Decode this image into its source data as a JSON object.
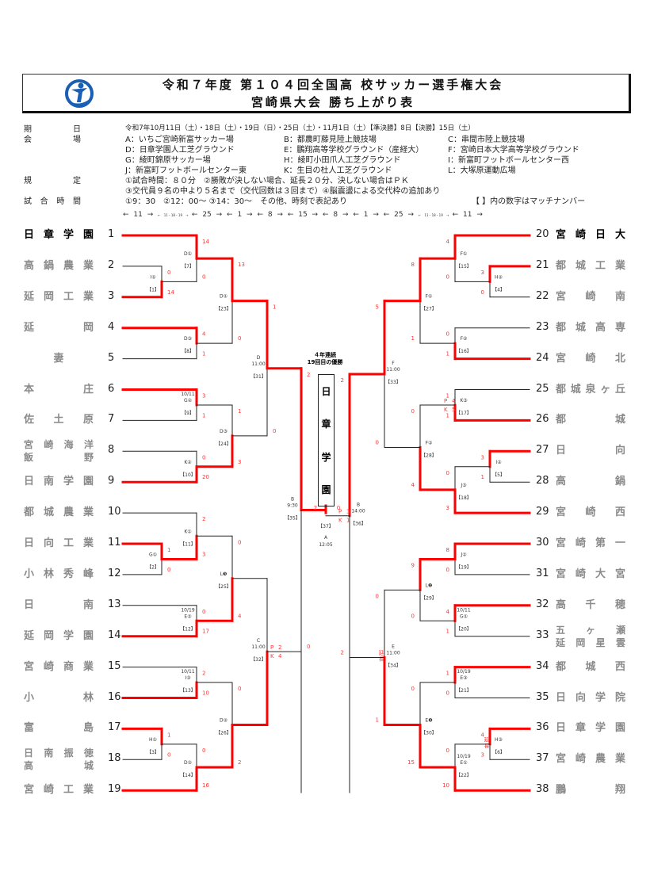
{
  "header": {
    "title_line1": "令和７年度 第１０４回全国高 校サッカー選手権大会",
    "title_line2": "宮崎県大会 勝ち上がり表"
  },
  "info": {
    "date_label": "期日",
    "date_text": "令和7年10月11日（土）・18日（土）・19日（日）・25日（土）・11月1日（土）【準決勝】8日【決勝】15日（土）",
    "venue_label": "会場",
    "venues": [
      [
        "A：いちご宮崎新富サッカー場",
        "B：都農町藤見陸上競技場",
        "C：串間市陸上競技場"
      ],
      [
        "D：日章学園人工芝グラウンド",
        "E：鵬翔高等学校グラウンド（産経大）",
        "F：宮崎日本大学高等学校グラウンド"
      ],
      [
        "G：綾町錦原サッカー場",
        "H：綾町小田爪人工芝グラウンド",
        "I：新富町フットボールセンター西"
      ],
      [
        "J：新富町フットボールセンター東",
        "K：生目の杜人工芝グラウンド",
        "L：大塚原運動広場"
      ]
    ],
    "rules_label": "規定",
    "rules": [
      "①試合時間：８０分　②勝敗が決しない場合、延長２０分、決しない場合はＰＫ",
      "③交代員９名の中より５名まで（交代回数は３回まで）④脳震盪による交代枠の追加あり"
    ],
    "time_label": "試合時間",
    "times": "①9：30　②12：00～ ③14：30～　その他、時刻で表記あり",
    "note": "【 】内の数字はマッチナンバー",
    "arrow_row": [
      "← 11 →",
      "← 11・18・19 →",
      "← 25 →",
      "← 1 →",
      "← 8 →",
      "← 15 →",
      "← 8 →",
      "← 1 →",
      "← 25 →",
      "← 11・18・19 →",
      "← 11 →"
    ]
  },
  "champion": {
    "streak_line1": "４年連続",
    "streak_line2": "19回目の優勝",
    "name_chars": [
      "日",
      "章",
      "学",
      "園"
    ]
  },
  "colors": {
    "win": "#ff0000",
    "lose": "#222222",
    "score": "#ff3333"
  },
  "teams_left": [
    {
      "no": "1",
      "lines": [
        "日章学園"
      ],
      "champ": true
    },
    {
      "no": "2",
      "lines": [
        "高鍋農業"
      ]
    },
    {
      "no": "3",
      "lines": [
        "延岡工業"
      ]
    },
    {
      "no": "4",
      "lines": [
        "延岡"
      ]
    },
    {
      "no": "5",
      "lines": [
        "妻"
      ]
    },
    {
      "no": "6",
      "lines": [
        "本庄"
      ]
    },
    {
      "no": "7",
      "lines": [
        "佐土原"
      ]
    },
    {
      "no": "8",
      "lines": [
        "宮崎海洋",
        "飯野"
      ]
    },
    {
      "no": "9",
      "lines": [
        "日南学園"
      ]
    },
    {
      "no": "10",
      "lines": [
        "都城農業"
      ]
    },
    {
      "no": "11",
      "lines": [
        "日向工業"
      ]
    },
    {
      "no": "12",
      "lines": [
        "小林秀峰"
      ]
    },
    {
      "no": "13",
      "lines": [
        "日南"
      ]
    },
    {
      "no": "14",
      "lines": [
        "延岡学園"
      ]
    },
    {
      "no": "15",
      "lines": [
        "宮崎商業"
      ]
    },
    {
      "no": "16",
      "lines": [
        "小林"
      ]
    },
    {
      "no": "17",
      "lines": [
        "富島"
      ]
    },
    {
      "no": "18",
      "lines": [
        "日南振徳",
        "高城"
      ]
    },
    {
      "no": "19",
      "lines": [
        "宮崎工業"
      ]
    }
  ],
  "teams_right": [
    {
      "no": "20",
      "lines": [
        "宮崎日大"
      ],
      "champ": true
    },
    {
      "no": "21",
      "lines": [
        "都城工業"
      ]
    },
    {
      "no": "22",
      "lines": [
        "宮崎南"
      ]
    },
    {
      "no": "23",
      "lines": [
        "都城高専"
      ]
    },
    {
      "no": "24",
      "lines": [
        "宮崎北"
      ]
    },
    {
      "no": "25",
      "lines": [
        "都城泉ヶ丘"
      ]
    },
    {
      "no": "26",
      "lines": [
        "都城"
      ]
    },
    {
      "no": "27",
      "lines": [
        "日向"
      ]
    },
    {
      "no": "28",
      "lines": [
        "高鍋"
      ]
    },
    {
      "no": "29",
      "lines": [
        "宮崎西"
      ]
    },
    {
      "no": "30",
      "lines": [
        "宮崎第一"
      ]
    },
    {
      "no": "31",
      "lines": [
        "宮崎大宮"
      ]
    },
    {
      "no": "32",
      "lines": [
        "高千穂"
      ]
    },
    {
      "no": "33",
      "lines": [
        "五ヶ瀬",
        "延岡星雲"
      ]
    },
    {
      "no": "34",
      "lines": [
        "都城西"
      ]
    },
    {
      "no": "35",
      "lines": [
        "日向学院"
      ]
    },
    {
      "no": "36",
      "lines": [
        "日章学園"
      ]
    },
    {
      "no": "37",
      "lines": [
        "宮崎農業"
      ]
    },
    {
      "no": "38",
      "lines": [
        "鵬翔"
      ]
    }
  ],
  "final": {
    "no": "【37】",
    "venue": "A",
    "time": "12:05",
    "scores": [
      "2",
      "0"
    ],
    "win": 0
  },
  "left_semi": {
    "no": "【35】",
    "venue": "B",
    "time": "9:30",
    "scores": [
      "2",
      "0"
    ],
    "win": 0,
    "c": [
      {
        "no": "【31】",
        "venue": "D",
        "time": "11:00",
        "scores": [
          "1",
          "0"
        ],
        "win": 0,
        "c": [
          {
            "no": "【23】",
            "venue": "D①",
            "scores": [
              "13",
              "0"
            ],
            "win": 0,
            "c": [
              {
                "no": "【7】",
                "venue": "D①",
                "scores": [
                  "14",
                  "0"
                ],
                "win": 0,
                "c": [
                  1,
                  {
                    "no": "【1】",
                    "venue": "I①",
                    "scores": [
                      "0",
                      "14"
                    ],
                    "win": 1,
                    "c": [
                      2,
                      3
                    ]
                  }
                ]
              },
              {
                "no": "【8】",
                "venue": "D③",
                "scores": [
                  "4",
                  "1"
                ],
                "win": 0,
                "c": [
                  4,
                  5
                ]
              }
            ]
          },
          {
            "no": "【24】",
            "venue": "D③",
            "scores": [
              "1",
              "3"
            ],
            "win": 1,
            "c": [
              {
                "no": "【9】",
                "date": "10/11",
                "venue": "G②",
                "scores": [
                  "3",
                  "1"
                ],
                "win": 0,
                "c": [
                  6,
                  7
                ]
              },
              {
                "no": "【10】",
                "venue": "K②",
                "scores": [
                  "0",
                  "20"
                ],
                "win": 1,
                "c": [
                  8,
                  9
                ]
              }
            ]
          }
        ]
      },
      {
        "no": "【32】",
        "venue": "C",
        "time": "11:00",
        "scores": [
          "",
          ""
        ],
        "pk": [
          "2",
          "4"
        ],
        "win": 1,
        "c": [
          {
            "no": "【25】",
            "venue": "L❸",
            "scores": [
              "0",
              "4"
            ],
            "win": 1,
            "c": [
              {
                "no": "【11】",
                "venue": "K①",
                "scores": [
                  "2",
                  "3"
                ],
                "win": 1,
                "c": [
                  10,
                  {
                    "no": "【2】",
                    "venue": "G①",
                    "scores": [
                      "1",
                      "0"
                    ],
                    "win": 0,
                    "c": [
                      11,
                      12
                    ]
                  }
                ]
              },
              {
                "no": "【12】",
                "date": "10/19",
                "venue": "E②",
                "scores": [
                  "0",
                  "17"
                ],
                "win": 1,
                "c": [
                  13,
                  14
                ]
              }
            ]
          },
          {
            "no": "【26】",
            "venue": "D②",
            "scores": [
              "0",
              "2"
            ],
            "win": 1,
            "c": [
              {
                "no": "【13】",
                "date": "10/11",
                "venue": "I③",
                "scores": [
                  "2",
                  "10"
                ],
                "win": 1,
                "c": [
                  15,
                  16
                ]
              },
              {
                "no": "【14】",
                "venue": "D②",
                "scores": [
                  "0",
                  "16"
                ],
                "win": 1,
                "c": [
                  {
                    "no": "【3】",
                    "venue": "H①",
                    "scores": [
                      "1",
                      "0"
                    ],
                    "win": 0,
                    "c": [
                      17,
                      18
                    ]
                  },
                  19
                ]
              }
            ]
          }
        ]
      }
    ]
  },
  "right_semi": {
    "no": "【36】",
    "venue": "B",
    "time": "14:00",
    "scores": [
      "2",
      "2"
    ],
    "pk": [
      "3",
      "1"
    ],
    "win": 0,
    "c": [
      {
        "no": "【33】",
        "venue": "F",
        "time": "11:00",
        "scores": [
          "5",
          "0"
        ],
        "win": 0,
        "c": [
          {
            "no": "【27】",
            "venue": "F①",
            "scores": [
              "8",
              "1"
            ],
            "win": 0,
            "c": [
              {
                "no": "【15】",
                "venue": "F①",
                "scores": [
                  "4",
                  "0"
                ],
                "win": 0,
                "c": [
                  20,
                  {
                    "no": "【4】",
                    "venue": "H②",
                    "scores": [
                      "3",
                      "0"
                    ],
                    "win": 0,
                    "c": [
                      21,
                      22
                    ]
                  }
                ]
              },
              {
                "no": "【16】",
                "venue": "F②",
                "scores": [
                  "0",
                  "1"
                ],
                "win": 1,
                "c": [
                  23,
                  24
                ]
              }
            ]
          },
          {
            "no": "【28】",
            "venue": "F②",
            "scores": [
              "0",
              "4"
            ],
            "win": 1,
            "c": [
              {
                "no": "【17】",
                "venue": "K③",
                "scores": [
                  "1",
                  "1"
                ],
                "pk": [
                  "4",
                  "5"
                ],
                "win": 1,
                "c": [
                  25,
                  26
                ]
              },
              {
                "no": "【18】",
                "venue": "J③",
                "scores": [
                  "0",
                  "3"
                ],
                "win": 1,
                "c": [
                  {
                    "no": "【5】",
                    "venue": "I②",
                    "scores": [
                      "3",
                      "1"
                    ],
                    "win": 0,
                    "c": [
                      27,
                      28
                    ]
                  },
                  29
                ]
              }
            ]
          }
        ]
      },
      {
        "no": "【34】",
        "venue": "E",
        "time": "11:00",
        "scores": [
          "0",
          "1"
        ],
        "extra": "延長",
        "win": 1,
        "c": [
          {
            "no": "【29】",
            "venue": "L❷",
            "scores": [
              "9",
              "0"
            ],
            "win": 0,
            "c": [
              {
                "no": "【19】",
                "venue": "J②",
                "scores": [
                  "8",
                  "0"
                ],
                "win": 0,
                "c": [
                  30,
                  31
                ]
              },
              {
                "no": "【20】",
                "date": "10/11",
                "venue": "G①",
                "scores": [
                  "4",
                  "1"
                ],
                "win": 0,
                "c": [
                  32,
                  33
                ]
              }
            ]
          },
          {
            "no": "【30】",
            "venue": "E❸",
            "scores": [
              "0",
              "15"
            ],
            "win": 1,
            "c": [
              {
                "no": "【21】",
                "date": "10/19",
                "venue": "E③",
                "scores": [
                  "1",
                  "0"
                ],
                "win": 0,
                "c": [
                  34,
                  35
                ]
              },
              {
                "no": "【22】",
                "date": "10/19",
                "venue": "E①",
                "scores": [
                  "0",
                  "10"
                ],
                "win": 1,
                "c": [
                  {
                    "no": "【6】",
                    "venue": "H③",
                    "scores": [
                      "4",
                      "3"
                    ],
                    "extra": "延長",
                    "win": 0,
                    "c": [
                      36,
                      37
                    ]
                  },
                  38
                ]
              }
            ]
          }
        ]
      }
    ]
  }
}
